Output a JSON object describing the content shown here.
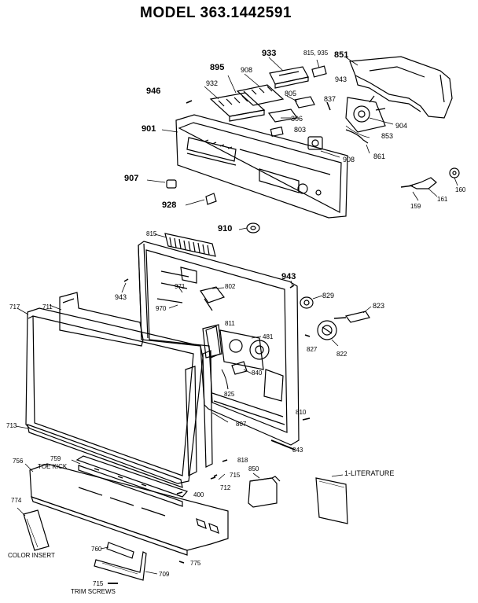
{
  "title": "MODEL 363.1442591",
  "labels": {
    "p933": "933",
    "p815_935": "815, 935",
    "p851": "851",
    "p895": "895",
    "p908_top": "908",
    "p943_top": "943",
    "p946": "946",
    "p932": "932",
    "p805": "805",
    "p837": "837",
    "p806": "806",
    "p803": "803",
    "p904": "904",
    "p901": "901",
    "p853": "853",
    "p908_mid": "908",
    "p861": "861",
    "p907": "907",
    "p159": "159",
    "p161": "161",
    "p160": "160",
    "p928": "928",
    "p910": "910",
    "p815_mid": "815",
    "p943_left": "943",
    "p943_right": "943",
    "p971": "971",
    "p802": "802",
    "p970": "970",
    "p829": "829",
    "p823": "823",
    "p717": "717",
    "p711": "711",
    "p811": "811",
    "p481": "481",
    "p827": "827",
    "p822": "822",
    "p840": "840",
    "p825": "825",
    "p713": "713",
    "p810": "810",
    "p807": "807",
    "p843": "843",
    "p756": "756",
    "p759": "759",
    "toe_kick": "TOE KICK",
    "p818": "818",
    "p850": "850",
    "literature": "1-LITERATURE",
    "p715_mid": "715",
    "p712": "712",
    "p400": "400",
    "p774": "774",
    "color_insert": "COLOR INSERT",
    "p760": "760",
    "p775": "775",
    "p709": "709",
    "p715_bot": "715",
    "trim_screws": "TRIM SCREWS"
  }
}
